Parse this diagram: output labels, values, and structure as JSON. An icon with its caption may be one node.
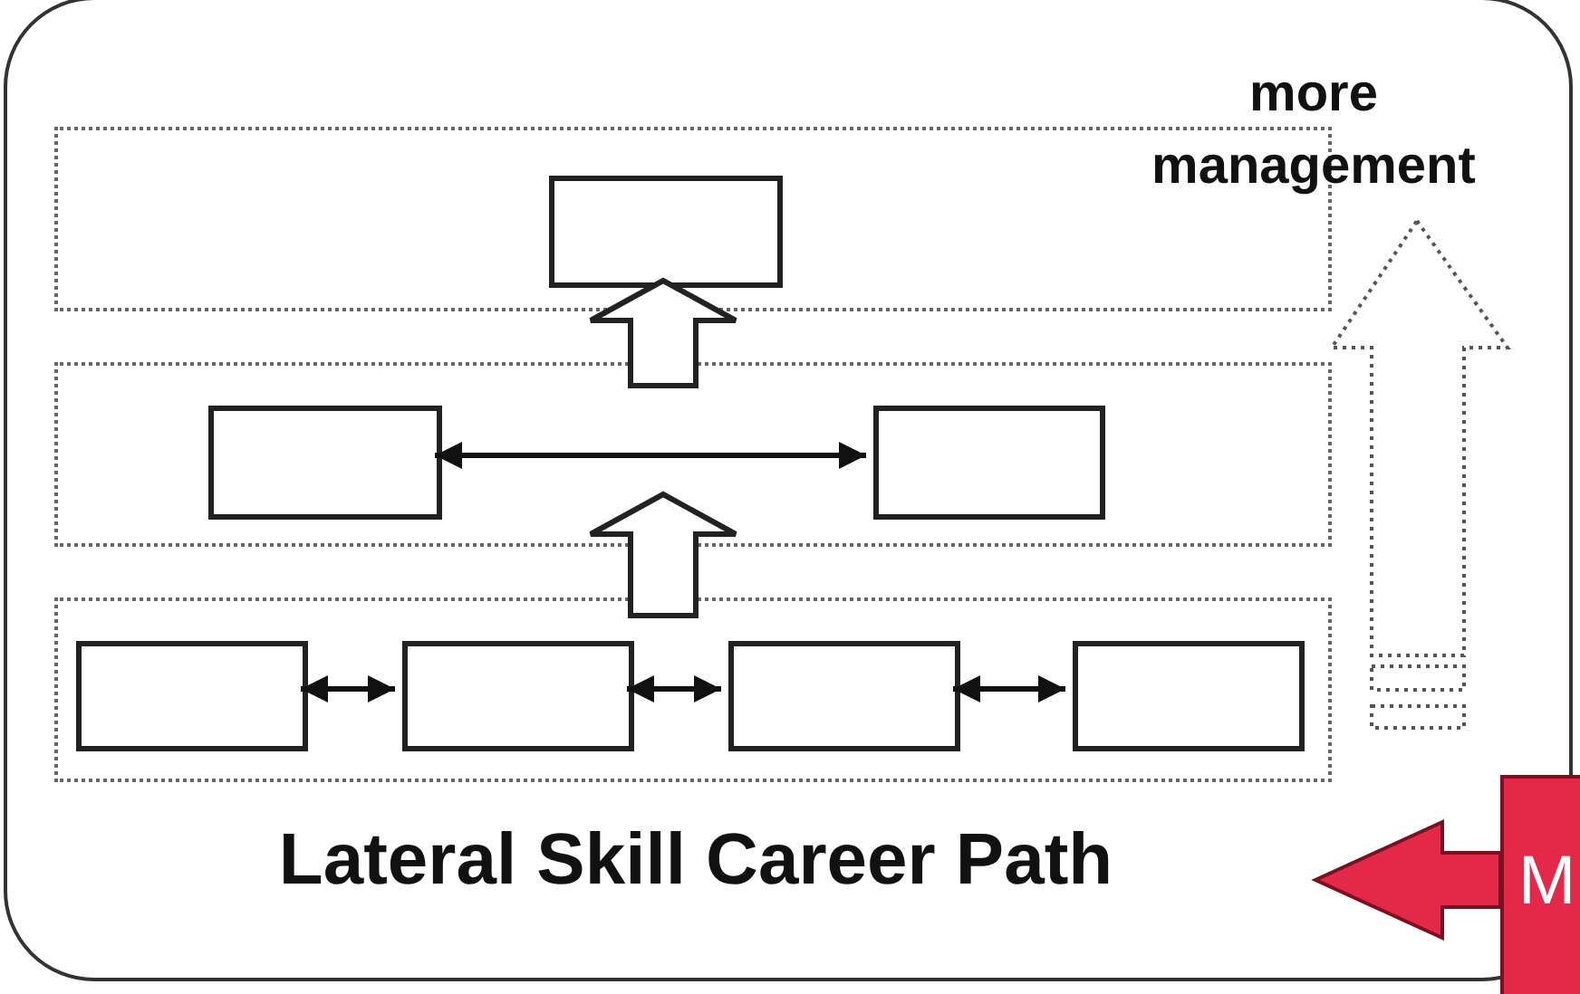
{
  "diagram": {
    "nodes": [
      {
        "text": [
          "Lateral Skill Career Path"
        ]
      },
      {
        "text": [],
        "shape": "box",
        "in": 0
      },
      {
        "text": [],
        "shape": "box",
        "in": 1
      },
      {
        "text": [],
        "shape": "box",
        "in": 0
      },
      {
        "text": [],
        "shape": "box",
        "in": 3
      },
      {
        "text": [],
        "shape": "box",
        "in": 3
      },
      {
        "text": [],
        "shape": "box",
        "in": 0
      },
      {
        "text": [],
        "shape": "box",
        "in": 6
      },
      {
        "text": [],
        "shape": "box",
        "in": 6
      },
      {
        "text": [],
        "shape": "box",
        "in": 6
      },
      {
        "text": [],
        "shape": "box",
        "in": 6
      },
      {
        "text": [
          "M"
        ]
      }
    ],
    "edges": [
      {
        "from": 6,
        "to": 3,
        "arrow": "to",
        "style": "thick"
      },
      {
        "from": 3,
        "to": 2,
        "arrow": "to",
        "style": "thick"
      },
      {
        "from": 4,
        "to": 5,
        "arrow": "both"
      },
      {
        "from": 7,
        "to": 8,
        "arrow": "both"
      },
      {
        "from": 8,
        "to": 9,
        "arrow": "both"
      },
      {
        "from": 9,
        "to": 10,
        "arrow": "both"
      },
      {
        "from": 11,
        "to": null,
        "arrow": "to",
        "style": "thick",
        "color": "#e3284a"
      }
    ],
    "labels": [
      "more management"
    ]
  }
}
